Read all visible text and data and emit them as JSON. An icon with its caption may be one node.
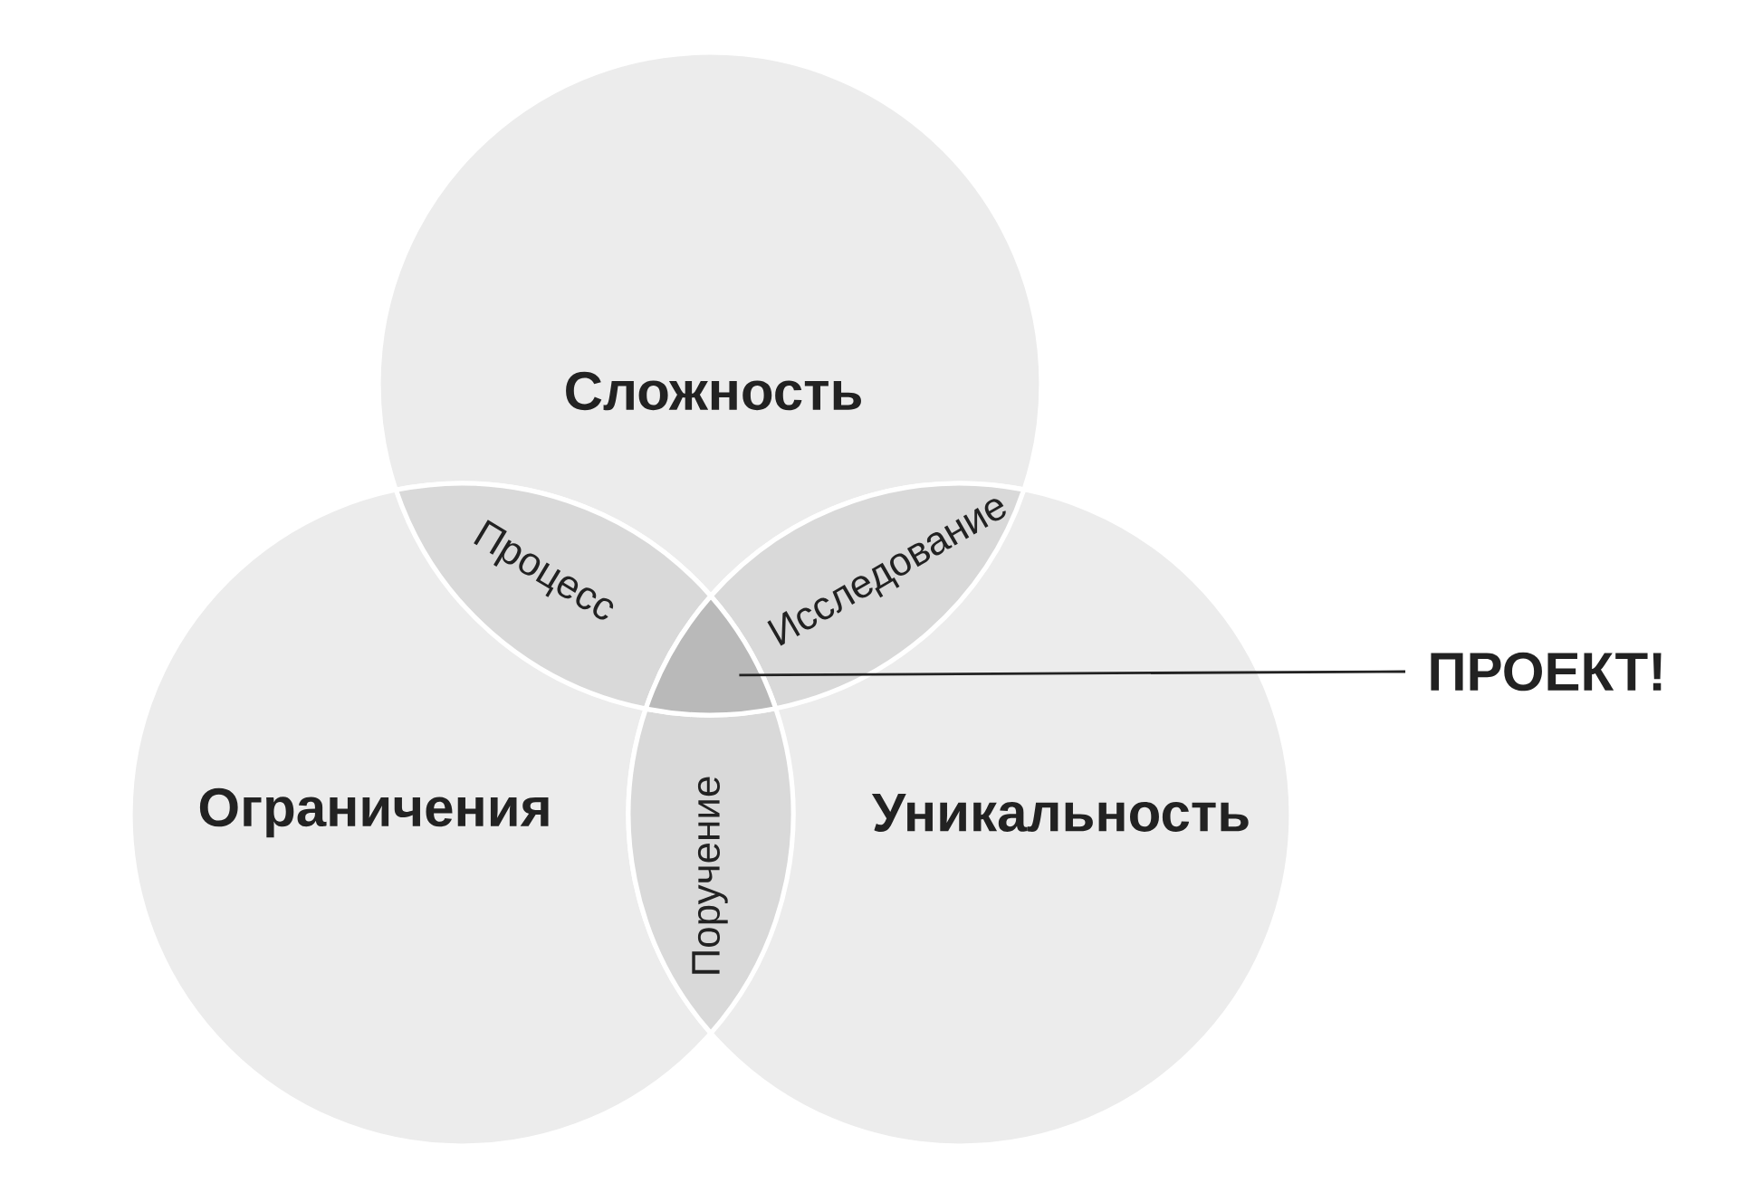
{
  "diagram": {
    "nodes": [
      {
        "text": [
          "Сложность"
        ]
      },
      {
        "text": [
          "Процесс"
        ]
      },
      {
        "text": [
          "Исследование"
        ]
      },
      {
        "text": [],
        "shape": "triangle"
      },
      {
        "text": [
          "ПРОЕКТ!"
        ]
      },
      {
        "text": [
          "Ограничения"
        ]
      },
      {
        "text": [
          "Поручение"
        ]
      },
      {
        "text": [
          "Уникальность"
        ]
      }
    ],
    "edges": [
      {
        "from": 4,
        "to": 3,
        "arrow": "none"
      }
    ]
  }
}
